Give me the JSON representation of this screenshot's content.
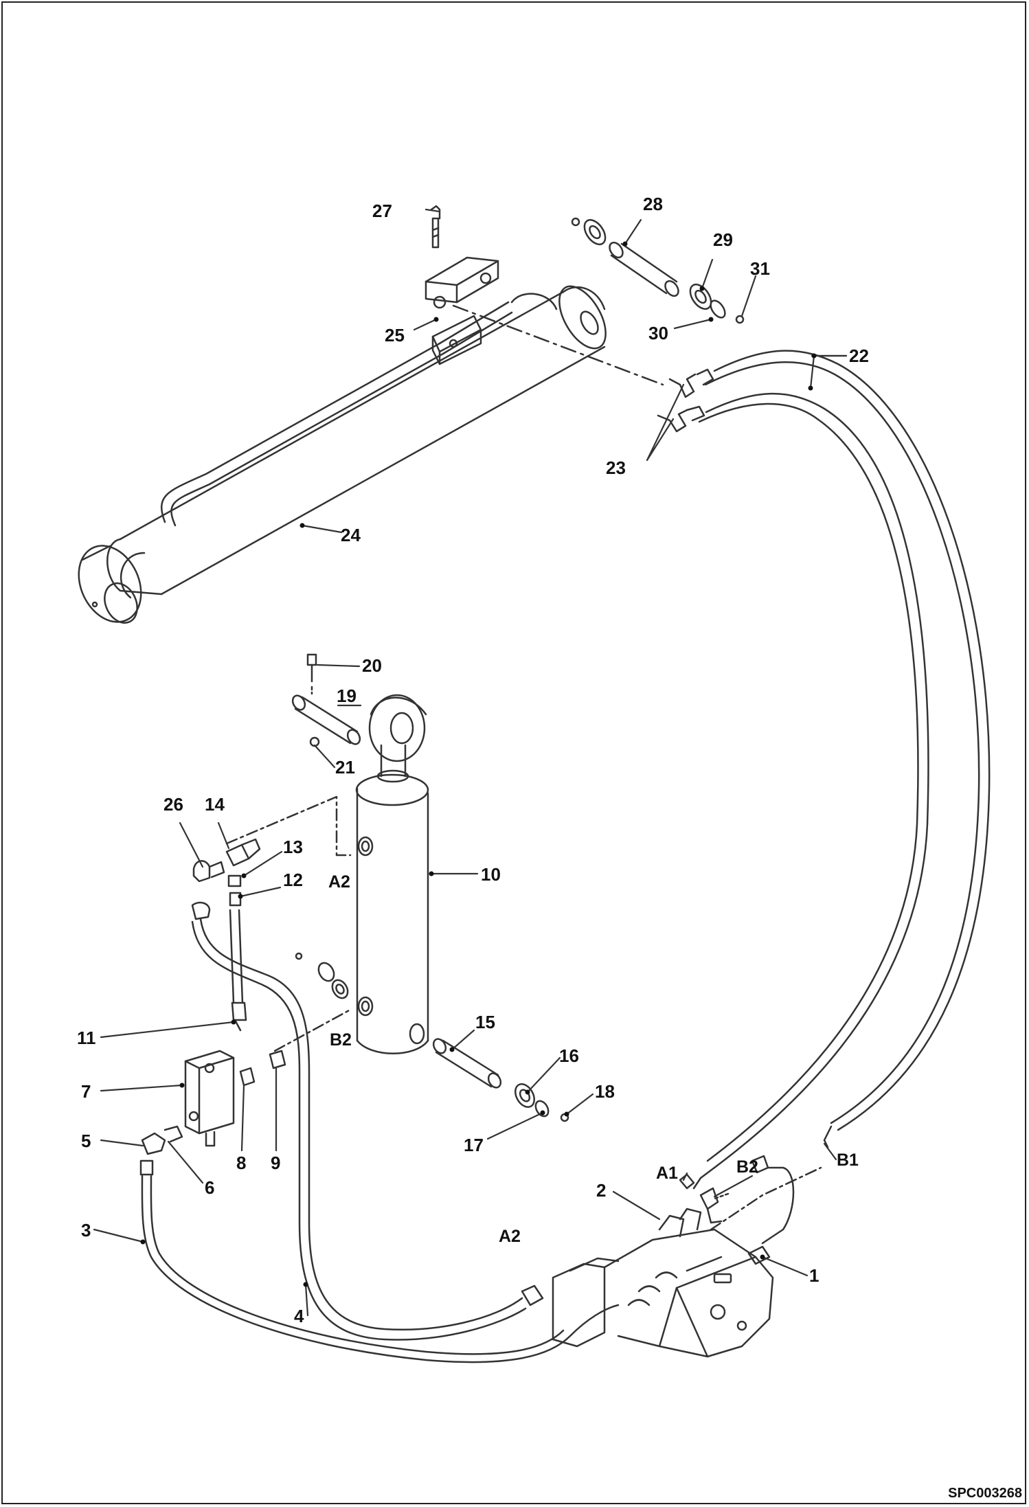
{
  "drawing": {
    "code": "SPC003268",
    "callouts": {
      "c1": "1",
      "c2": "2",
      "c3": "3",
      "c4": "4",
      "c5": "5",
      "c6": "6",
      "c7": "7",
      "c8": "8",
      "c9": "9",
      "c10": "10",
      "c11": "11",
      "c12": "12",
      "c13": "13",
      "c14": "14",
      "c15": "15",
      "c16": "16",
      "c17": "17",
      "c18": "18",
      "c19": "19",
      "c20": "20",
      "c21": "21",
      "c22": "22",
      "c23": "23",
      "c24": "24",
      "c25": "25",
      "c26": "26",
      "c27": "27",
      "c28": "28",
      "c29": "29",
      "c30": "30",
      "c31": "31"
    },
    "ports": {
      "a2_upper": "A2",
      "b2_cyl": "B2",
      "a1": "A1",
      "b2_valve": "B2",
      "b1": "B1",
      "a2_lower": "A2"
    }
  }
}
